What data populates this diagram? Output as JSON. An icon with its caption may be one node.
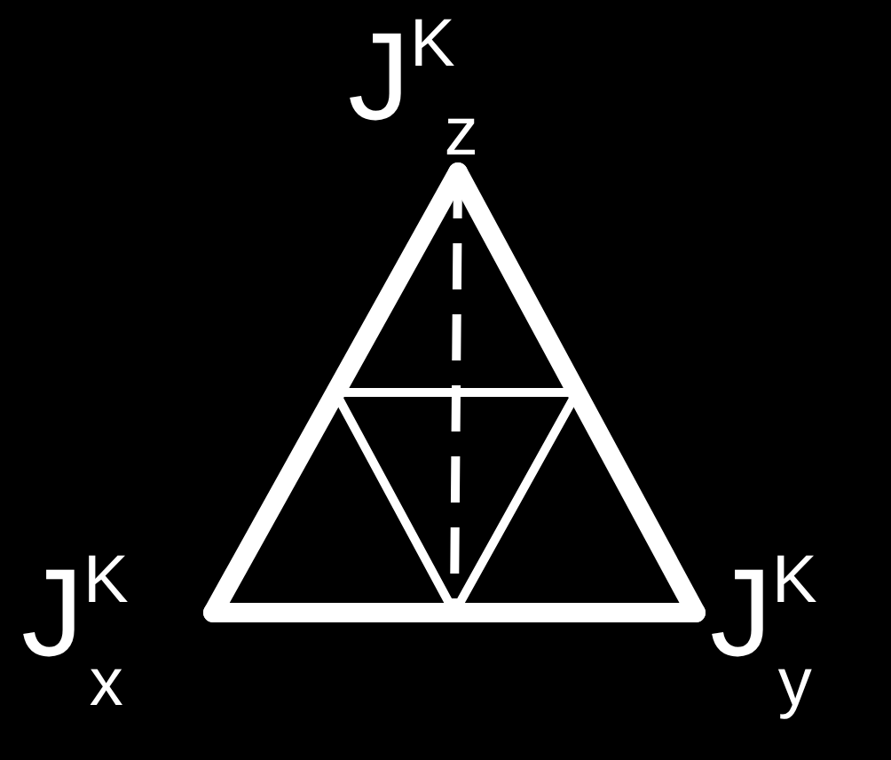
{
  "diagram": {
    "nodes": [
      {
        "text": [
          "J$^{K}$$_{z}$"
        ]
      },
      {
        "text": [
          "J$^{K}$$_{x}$"
        ]
      },
      {
        "text": [
          "J$^{K}$$_{y}$"
        ]
      },
      {
        "text": [],
        "shape": "triangle"
      }
    ],
    "edges": [
      {
        "from": 0,
        "to": 1,
        "arrow": "none"
      },
      {
        "from": 1,
        "to": 2,
        "arrow": "none"
      },
      {
        "from": 2,
        "to": 0,
        "arrow": "none"
      },
      {
        "from": 0,
        "to": 3,
        "arrow": "none",
        "style": "dashed"
      }
    ]
  }
}
